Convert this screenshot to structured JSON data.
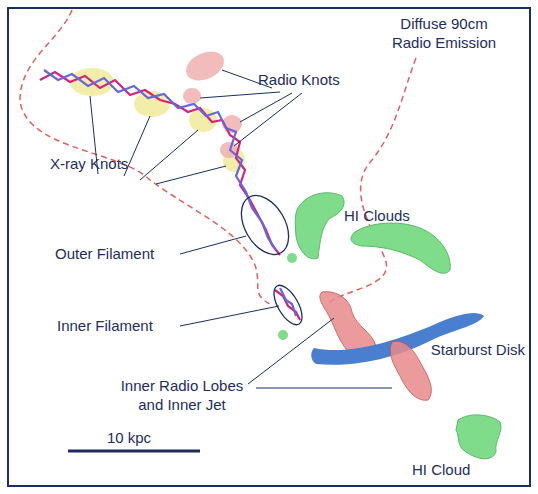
{
  "diagram": {
    "labels": [
      "Radio Knots",
      "Diffuse 90cm Radio Emission",
      "X-ray Knots",
      "HI Clouds",
      "Outer Filament",
      "Inner Filament",
      "Starburst Disk",
      "Inner Radio Lobes and Inner Jet",
      "10 kpc",
      "HI Cloud"
    ]
  }
}
